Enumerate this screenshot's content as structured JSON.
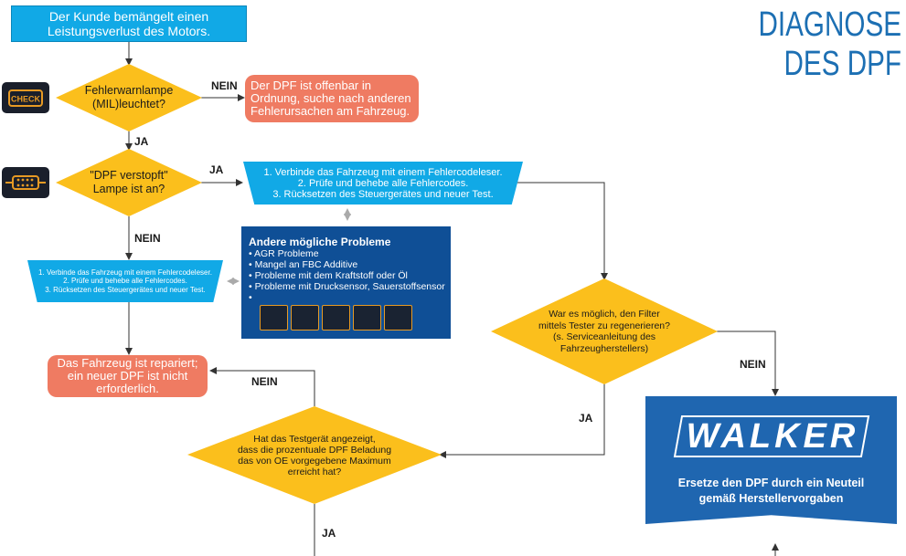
{
  "title": "DIAGNOSE DES DPF",
  "nodes": {
    "start": "Der Kunde bemängelt einen\nLeistungsverlust des Motors.",
    "mil_question": "Fehlerwarnlampe\n(MIL)leuchtet?",
    "dpf_ok": "Der DPF ist offenbar in\nOrdnung, suche nach anderen\nFehlerursachen am Fahrzeug.",
    "dpf_lamp_question": "\"DPF verstopft\"\nLampe ist an?",
    "steps_right": "1. Verbinde das Fahrzeug mit einem Fehlercodeleser.\n2. Prüfe und behebe alle Fehlercodes.\n3. Rücksetzen des Steuergerätes und neuer Test.",
    "steps_left": "1. Verbinde das Fahrzeug mit einem Fehlercodeleser.\n2. Prüfe und behebe alle Fehlercodes.\n3. Rücksetzen des Steuergerätes und neuer Test.",
    "repaired": "Das Fahrzeug ist repariert;\nein neuer DPF ist nicht\nerforderlich.",
    "regen_question": "War es möglich, den Filter\nmittels Tester zu regenerieren?\n(s. Serviceanleitung des\nFahrzeugherstellers)",
    "load_question": "Hat das Testgerät angezeigt,\ndass die prozentuale DPF Beladung\ndas von OE vorgegebene Maximum\nerreicht hat?"
  },
  "other_problems": {
    "heading": "Andere mögliche Probleme",
    "items": [
      "• AGR Probleme",
      "• Mangel an FBC Additive",
      "• Probleme mit dem Kraftstoff oder Öl",
      "• Probleme mit Drucksensor, Sauerstoffsensor",
      "•"
    ]
  },
  "edge_labels": {
    "nein_mil": "NEIN",
    "ja_mil": "JA",
    "ja_dpf": "JA",
    "nein_dpf": "NEIN",
    "nein_load": "NEIN",
    "ja_load": "JA",
    "ja_regen": "JA",
    "nein_regen": "NEIN"
  },
  "walker": {
    "logo": "WALKER",
    "text": "Ersetze den DPF durch ein Neuteil\ngemäß Herstellervorgaben"
  },
  "icons": {
    "check_lamp": "CHECK",
    "dpf_lamp": "dpf-warning-icon"
  },
  "colors": {
    "blue": "#11a9e6",
    "salmon": "#ef7b62",
    "yellow": "#fbbf1c",
    "navy": "#0f4f96",
    "title": "#1c6fb3"
  }
}
